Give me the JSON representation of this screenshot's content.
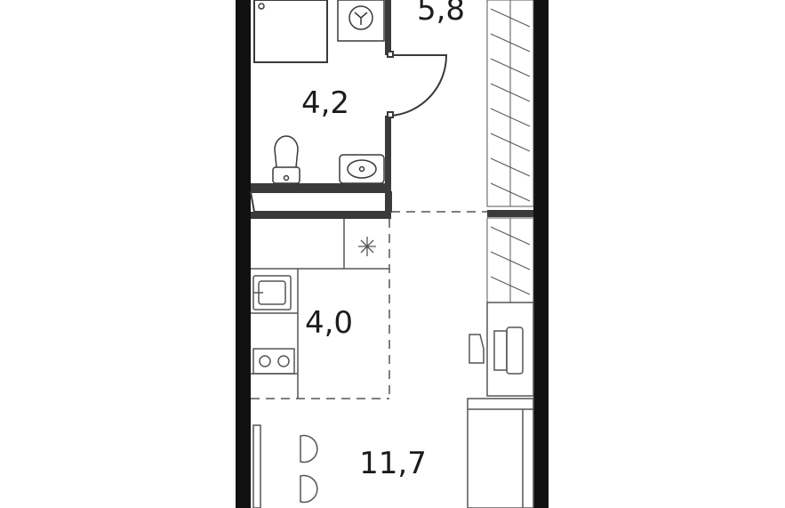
{
  "rooms": [
    {
      "id": "hall",
      "area": "5,8"
    },
    {
      "id": "bathroom",
      "area": "4,2"
    },
    {
      "id": "kitchen",
      "area": "4,0"
    },
    {
      "id": "living",
      "area": "11,7"
    }
  ],
  "colors": {
    "wall": "#111111",
    "line": "#3a3a3a",
    "background": "#ffffff"
  }
}
